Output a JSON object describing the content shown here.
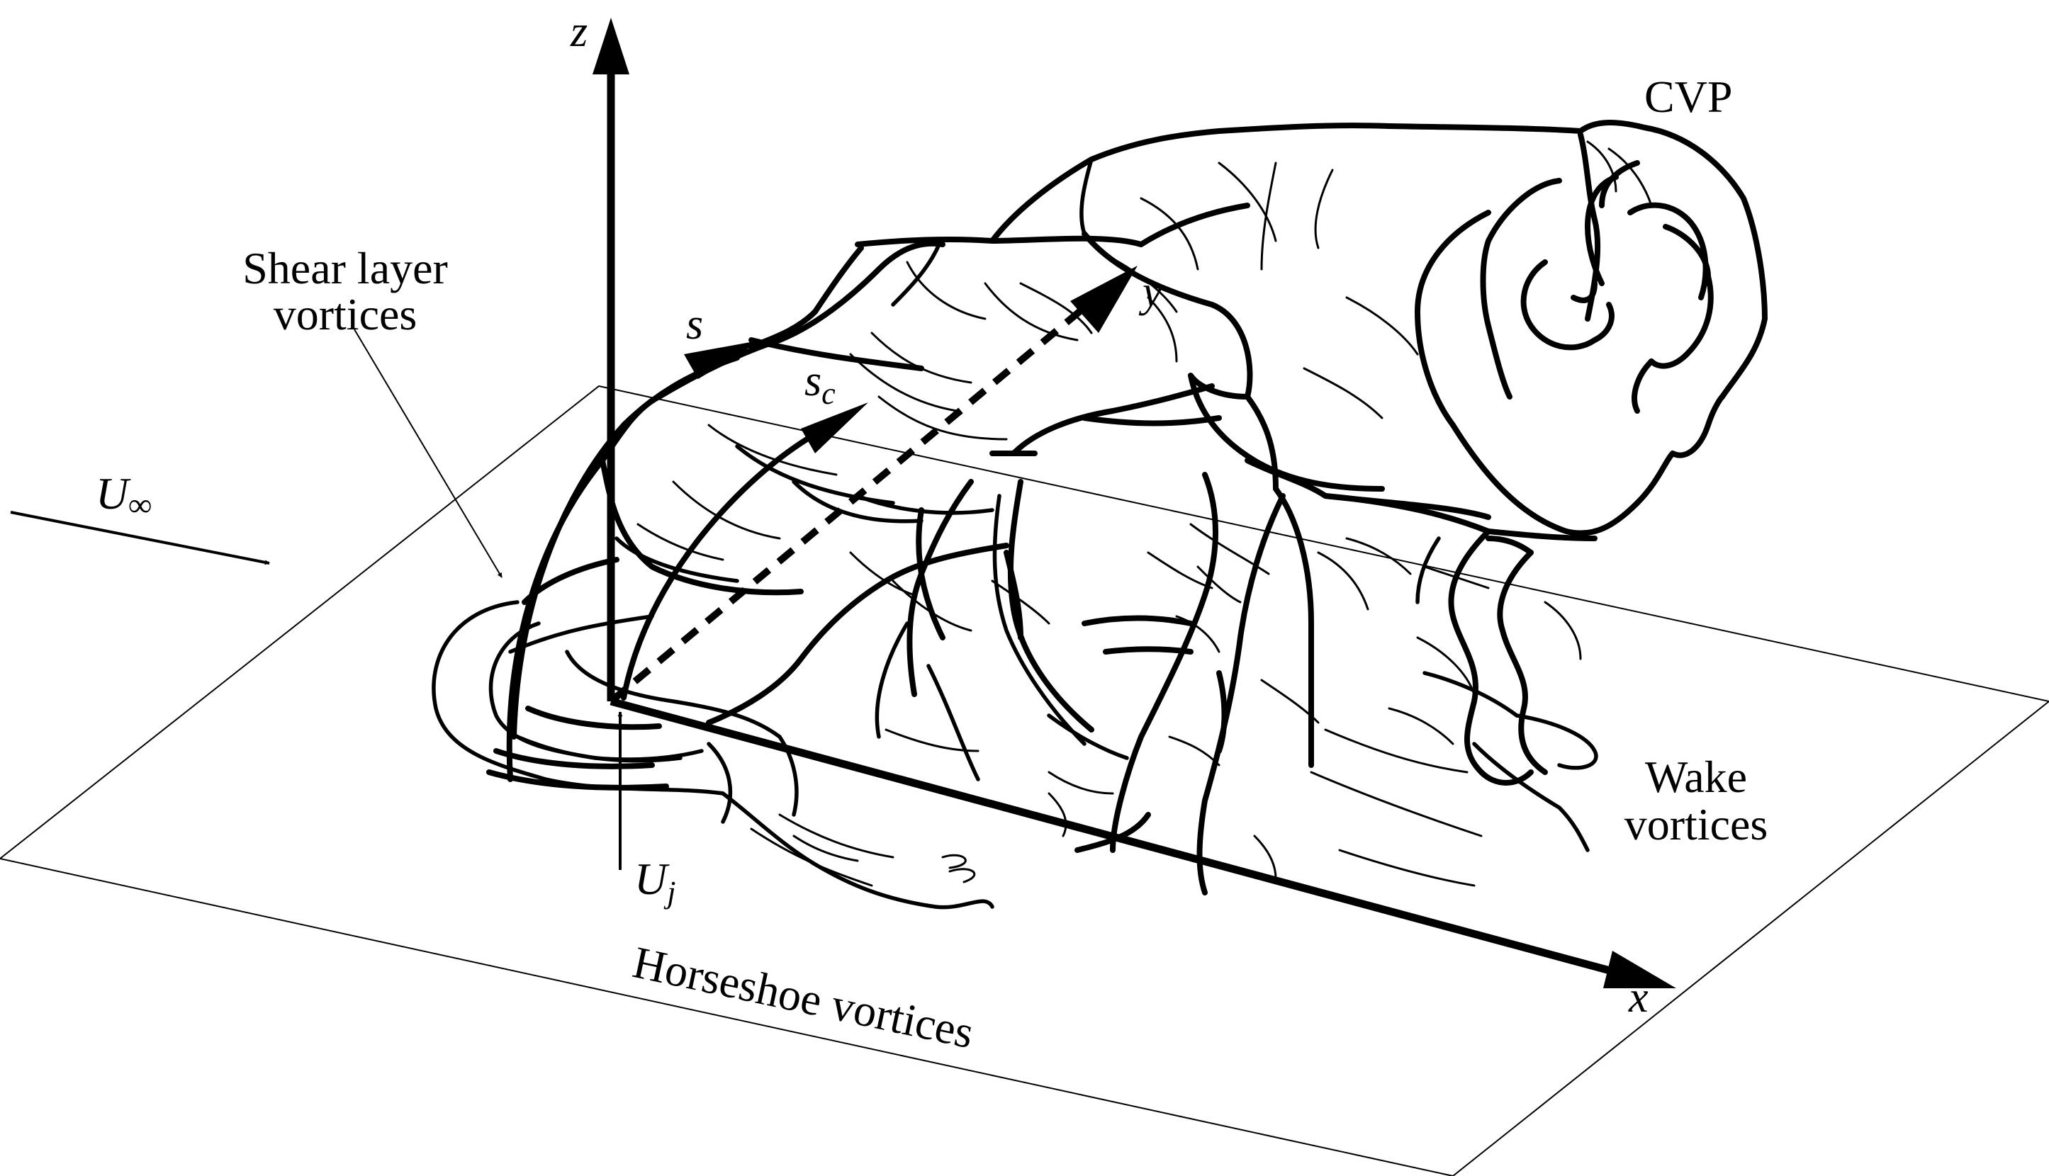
{
  "labels": {
    "cvp": "CVP",
    "shear_layer_line1": "Shear layer",
    "shear_layer_line2": "vortices",
    "wake_line1": "Wake",
    "wake_line2": "vortices",
    "horseshoe": "Horseshoe vortices"
  },
  "axes": {
    "z": "z",
    "x": "x",
    "y": "y",
    "s": "s",
    "sc_base": "s",
    "sc_sub": "c"
  },
  "velocities": {
    "freestream_base": "U",
    "freestream_sub": "∞",
    "jet_base": "U",
    "jet_sub": "j"
  }
}
